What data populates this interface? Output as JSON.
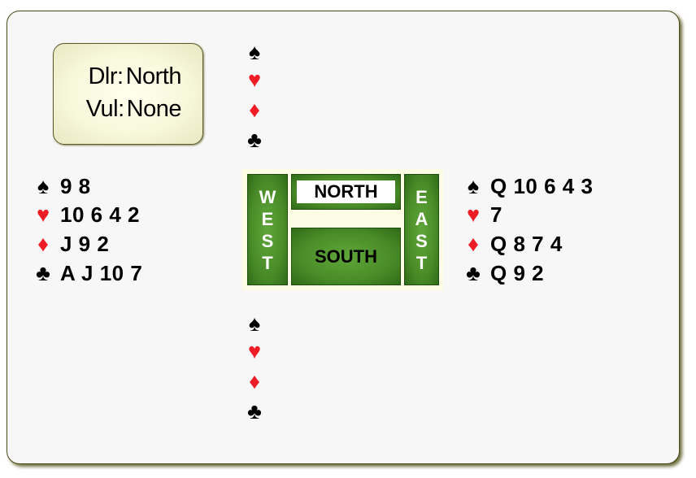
{
  "deal_info": {
    "dealer_label": "Dlr:",
    "dealer_value": "North",
    "vul_label": "Vul:",
    "vul_value": "None"
  },
  "suit_symbols": {
    "spades": "♠",
    "hearts": "♥",
    "diamonds": "♦",
    "clubs": "♣"
  },
  "colors": {
    "black_suit": "#000000",
    "red_suit": "#ee1c24",
    "compass_green": "#4a8c28",
    "info_box_bg": "#f8f8dc"
  },
  "hands": {
    "north": {
      "spades": "",
      "hearts": "",
      "diamonds": "",
      "clubs": ""
    },
    "west": {
      "spades": "9 8",
      "hearts": "10 6 4 2",
      "diamonds": "J 9 2",
      "clubs": "A J 10 7"
    },
    "east": {
      "spades": "Q 10 6 4 3",
      "hearts": "7",
      "diamonds": "Q 8 7 4",
      "clubs": "Q 9 2"
    },
    "south": {
      "spades": "",
      "hearts": "",
      "diamonds": "",
      "clubs": ""
    }
  },
  "compass": {
    "west": "WEST",
    "east": "EAST",
    "north": "NORTH",
    "south": "SOUTH"
  }
}
